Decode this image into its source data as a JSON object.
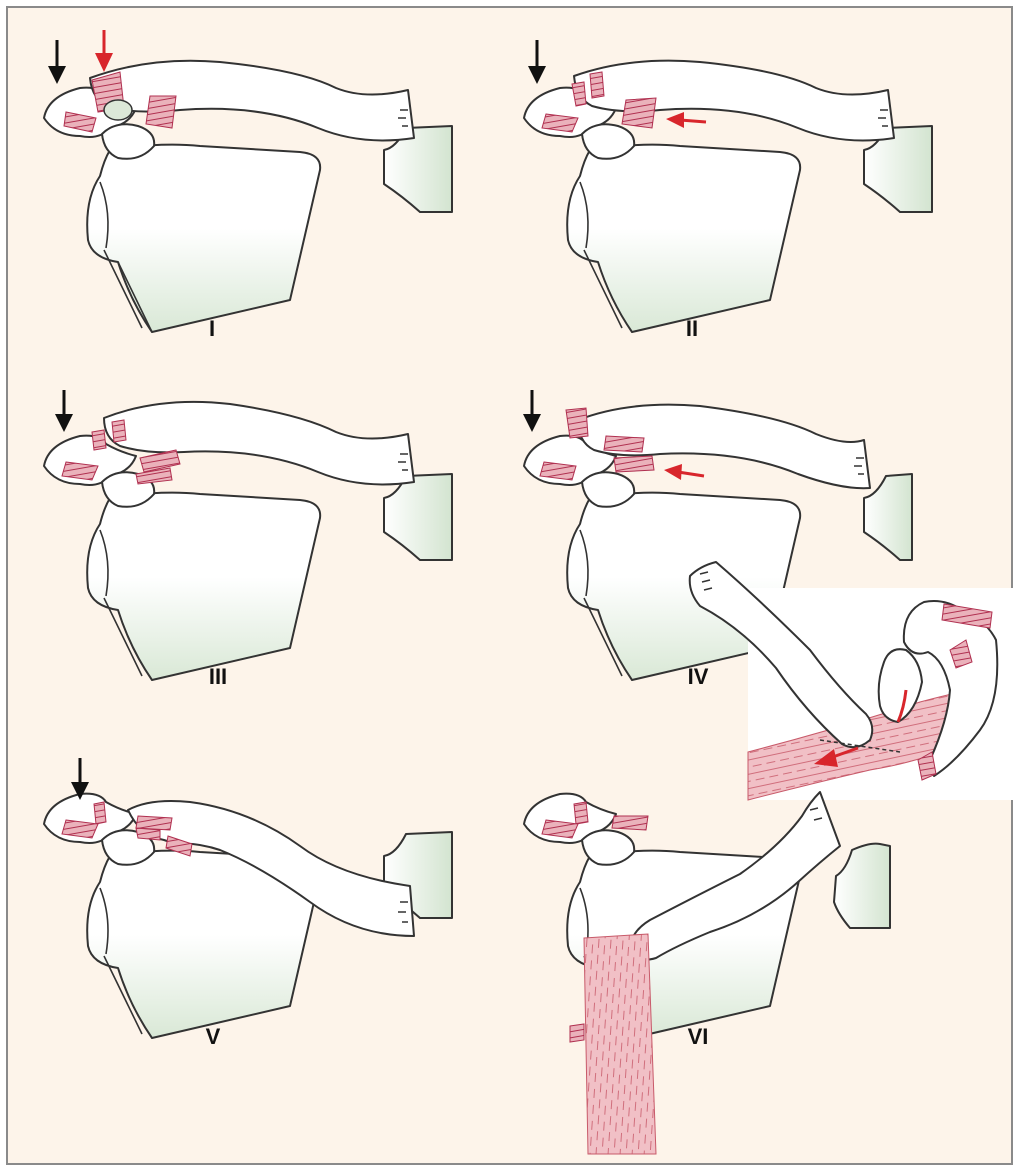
{
  "figure": {
    "panels": [
      {
        "id": "p1",
        "label": "I"
      },
      {
        "id": "p2",
        "label": "II"
      },
      {
        "id": "p3",
        "label": "III"
      },
      {
        "id": "p4",
        "label": "IV"
      },
      {
        "id": "p5",
        "label": "V"
      },
      {
        "id": "p6",
        "label": "VI"
      }
    ]
  },
  "colors": {
    "background": "#fdf4ea",
    "frame": "#8a8a8a",
    "bone_fill": "#ffffff",
    "bone_shade": "#dde9da",
    "outline": "#333333",
    "ligament": "#e8a3ad",
    "ligament_stripe": "#b03050",
    "force_arrow_red": "#d8262c",
    "force_arrow_black": "#111111"
  },
  "icons": {
    "force_arrow_down": "down-arrow-icon",
    "force_arrow_left": "left-arrow-icon"
  }
}
